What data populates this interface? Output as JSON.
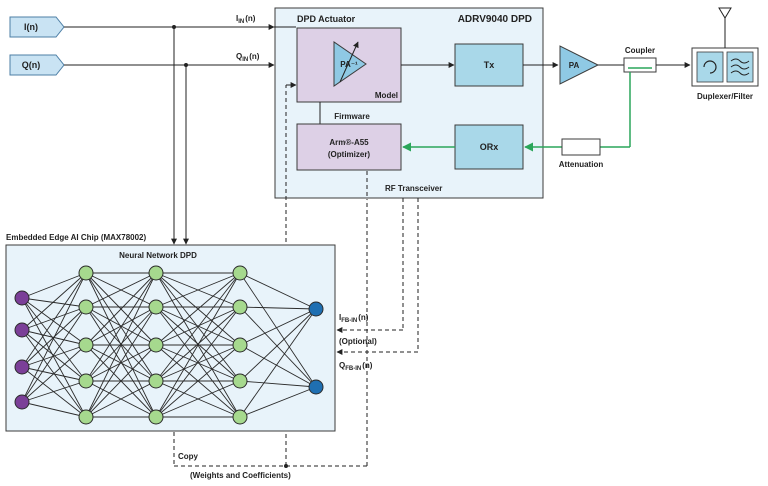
{
  "inputs": {
    "i": "I(n)",
    "q": "Q(n)"
  },
  "signals": {
    "i_in": "I",
    "i_in_sub": "IN",
    "i_in_arg": "(n)",
    "q_in": "Q",
    "q_in_sub": "IN",
    "q_in_arg": "(n)",
    "i_fb": "I",
    "i_fb_sub": "FB-IN",
    "i_fb_arg": "(n)",
    "q_fb": "Q",
    "q_fb_sub": "FB-IN",
    "q_fb_arg": "(n)",
    "optional": "(Optional)"
  },
  "transceiver": {
    "title": "ADRV9040 DPD",
    "actuator": "DPD Actuator",
    "pa_inverse": "PA⁻¹",
    "model": "Model",
    "firmware": "Firmware",
    "tx": "Tx",
    "orx": "ORx",
    "arm_line1": "Arm®-A55",
    "arm_line2": "(Optimizer)",
    "footer": "RF Transceiver"
  },
  "rf_chain": {
    "pa": "PA",
    "coupler": "Coupler",
    "attenuation": "Attenuation",
    "duplexer": "Duplexer/Filter"
  },
  "ai_chip": {
    "label": "Embedded Edge AI Chip (MAX78002)",
    "nn_title": "Neural Network DPD"
  },
  "copy": {
    "line1": "Copy",
    "line2": "(Weights and Coefficients)"
  },
  "colors": {
    "input_fill": "#c9e3f3",
    "transceiver_bg": "#e8f3fa",
    "actuator_fill": "#ddd0e6",
    "block_fill": "#a9d8e9",
    "pa_fill": "#8fc9e4",
    "input_node": "#7b3f98",
    "hidden_node": "#a6d98e",
    "output_node": "#1f6fb2",
    "feedback": "#2aa65a"
  }
}
